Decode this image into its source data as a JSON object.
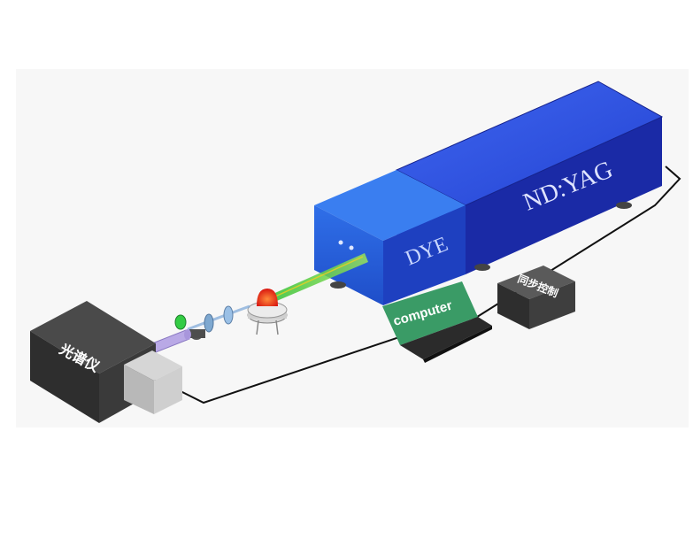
{
  "labels": {
    "laser": "ND:YAG",
    "dye": "DYE",
    "computer": "computer",
    "spectrometer": "光谱仪",
    "sync_controller": "同步控制"
  },
  "colors": {
    "laser_front": "#1a2fc4",
    "laser_top": "#2a52e0",
    "dye_front": "#2c6ae6",
    "dye_top": "#3c86f0",
    "box_dark": "#2a2a2a",
    "green_beam": "#46d23c",
    "red_flame": "#e8201a",
    "keyboard_green": "#2e8f5a"
  }
}
